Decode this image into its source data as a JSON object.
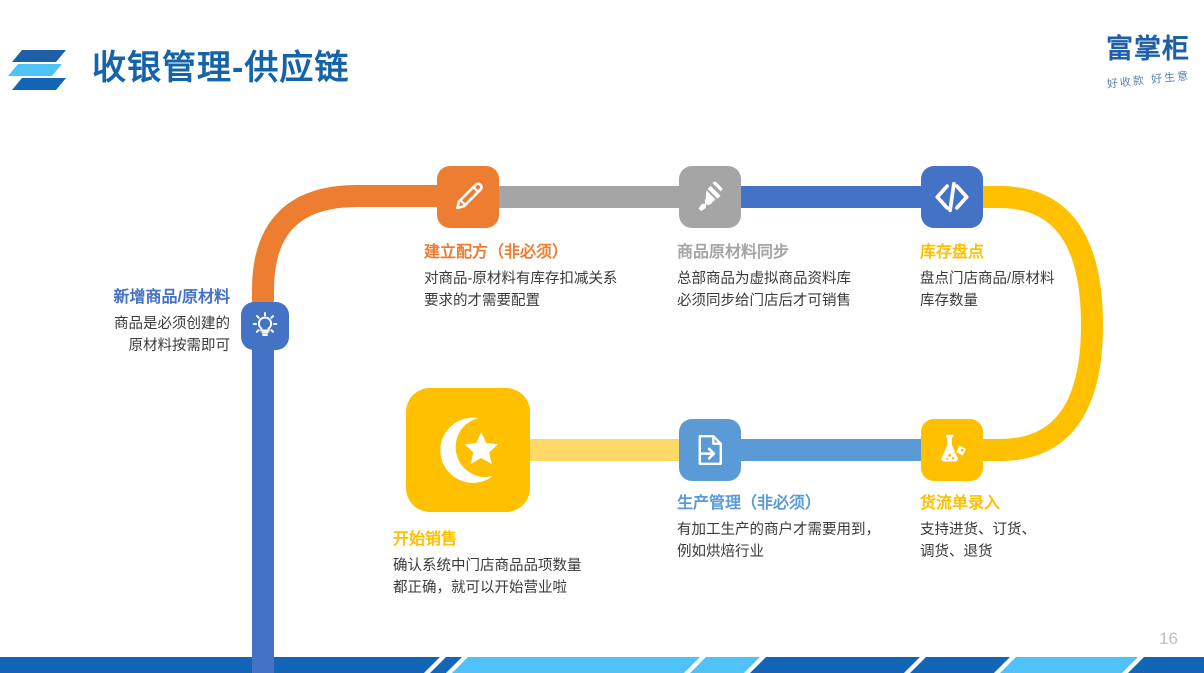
{
  "slide": {
    "title": "收银管理-供应链",
    "page_number": "16",
    "logo_icon": "stacked-layers-logo",
    "brand": {
      "name": "富掌柜",
      "tagline": "好收款 好生意"
    }
  },
  "colors": {
    "title_blue": "#1664A8",
    "node_blue": "#4472C4",
    "node_orange": "#ED7D31",
    "node_gray": "#A5A5A5",
    "node_yellow": "#FFC000",
    "node_light_blue": "#5B9BD5",
    "connector_pale_yellow": "#FFD966",
    "desc_text": "#3A3A3A",
    "page_number": "#BFBFBF",
    "footer_dark_blue": "#1266B5",
    "footer_light_blue": "#4FC3F7"
  },
  "nodes": [
    {
      "id": "new-product",
      "icon": "lightbulb-icon",
      "icon_color": "#4472C4",
      "title": "新增商品/原材料",
      "title_color": "#4472C4",
      "desc": "商品是必须创建的\n原材料按需即可"
    },
    {
      "id": "create-recipe",
      "icon": "pencil-icon",
      "icon_color": "#ED7D31",
      "title": "建立配方（非必须）",
      "title_color": "#ED7D31",
      "desc": "对商品-原材料有库存扣减关系\n要求的才需要配置"
    },
    {
      "id": "material-sync",
      "icon": "brush-sync-icon",
      "icon_color": "#A5A5A5",
      "title": "商品原材料同步",
      "title_color": "#A5A5A5",
      "desc": "总部商品为虚拟商品资料库\n必须同步给门店后才可销售"
    },
    {
      "id": "stock-count",
      "icon": "code-brackets-icon",
      "icon_color": "#4472C4",
      "title": "库存盘点",
      "title_color": "#FFC000",
      "desc": "盘点门店商品/原材料\n库存数量"
    },
    {
      "id": "goods-flow-entry",
      "icon": "flask-icon",
      "icon_color": "#FFC000",
      "title": "货流单录入",
      "title_color": "#FFC000",
      "desc": "支持进货、订货、\n调货、退货"
    },
    {
      "id": "production-management",
      "icon": "document-import-icon",
      "icon_color": "#5B9BD5",
      "title": "生产管理（非必须）",
      "title_color": "#5B9BD5",
      "desc": "有加工生产的商户才需要用到，\n例如烘焙行业"
    },
    {
      "id": "start-selling",
      "icon": "crescent-star-icon",
      "icon_color": "#FFC000",
      "title": "开始销售",
      "title_color": "#FFC000",
      "desc": "确认系统中门店商品品项数量\n都正确，就可以开始营业啦"
    }
  ]
}
